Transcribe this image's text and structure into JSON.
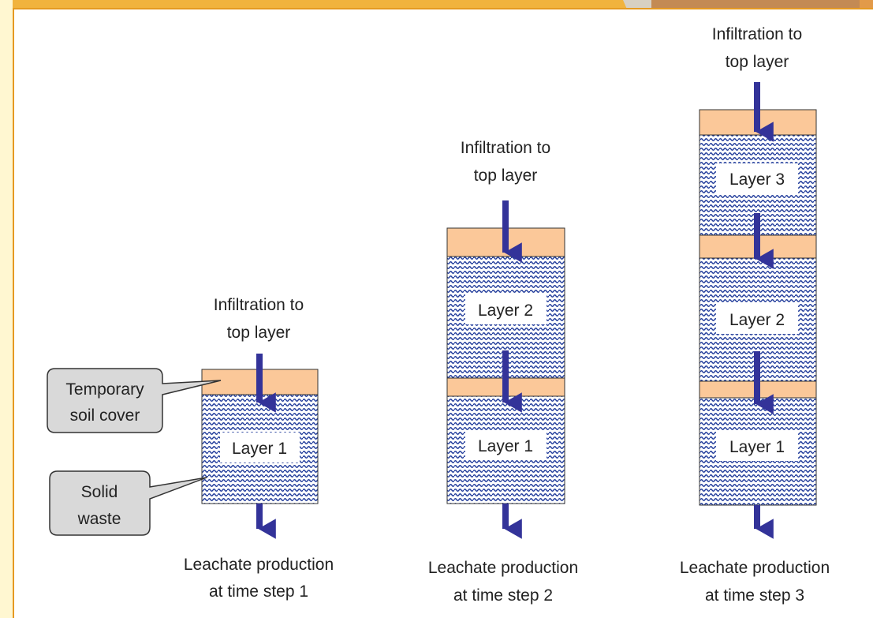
{
  "diagram": {
    "infiltration_label_line1": "Infiltration to",
    "infiltration_label_line2": "top layer",
    "steps": [
      {
        "layers": [
          "Layer 1"
        ],
        "leachate_line1": "Leachate production",
        "leachate_line2": "at time step 1"
      },
      {
        "layers": [
          "Layer 1",
          "Layer 2"
        ],
        "leachate_line1": "Leachate production",
        "leachate_line2": "at time step 2"
      },
      {
        "layers": [
          "Layer 1",
          "Layer 2",
          "Layer 3"
        ],
        "leachate_line1": "Leachate production",
        "leachate_line2": "at time step 3"
      }
    ],
    "callouts": {
      "soil_cover_line1": "Temporary",
      "soil_cover_line2": "soil cover",
      "solid_waste_line1": "Solid",
      "solid_waste_line2": "waste"
    },
    "colors": {
      "soil_cover": "#fbc899",
      "waste_pattern": "#1f3a9a",
      "arrow": "#333399",
      "callout_fill": "#d9d9d9",
      "frame_accent": "#e59a22"
    }
  }
}
